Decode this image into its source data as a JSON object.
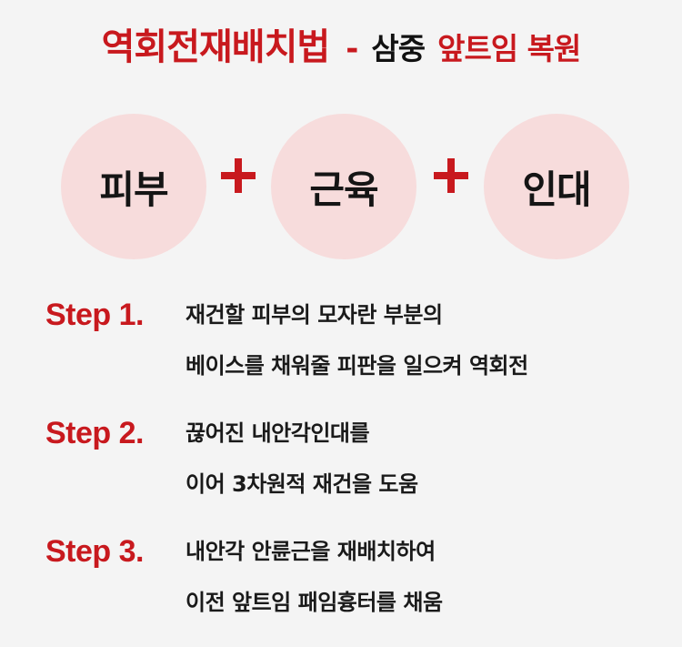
{
  "title": {
    "main": "역회전재배치법",
    "dash": "-",
    "sub_black": "삼중",
    "sub_red": "앞트임 복원"
  },
  "components": [
    "피부",
    "근육",
    "인대"
  ],
  "plus_symbol": "+",
  "steps": [
    {
      "label": "Step 1.",
      "lines": [
        "재건할 피부의 모자란 부분의",
        "베이스를 채워줄 피판을 일으켜 역회전"
      ]
    },
    {
      "label": "Step 2.",
      "lines": [
        "끊어진 내안각인대를",
        "이어 3차원적 재건을 도움"
      ]
    },
    {
      "label": "Step 3.",
      "lines": [
        "내안각 안륜근을 재배치하여",
        "이전 앞트임 패임흉터를 채움"
      ]
    }
  ],
  "colors": {
    "accent": "#c8191e",
    "circle": "#f7dcdc",
    "background": "#f4f4f4"
  }
}
